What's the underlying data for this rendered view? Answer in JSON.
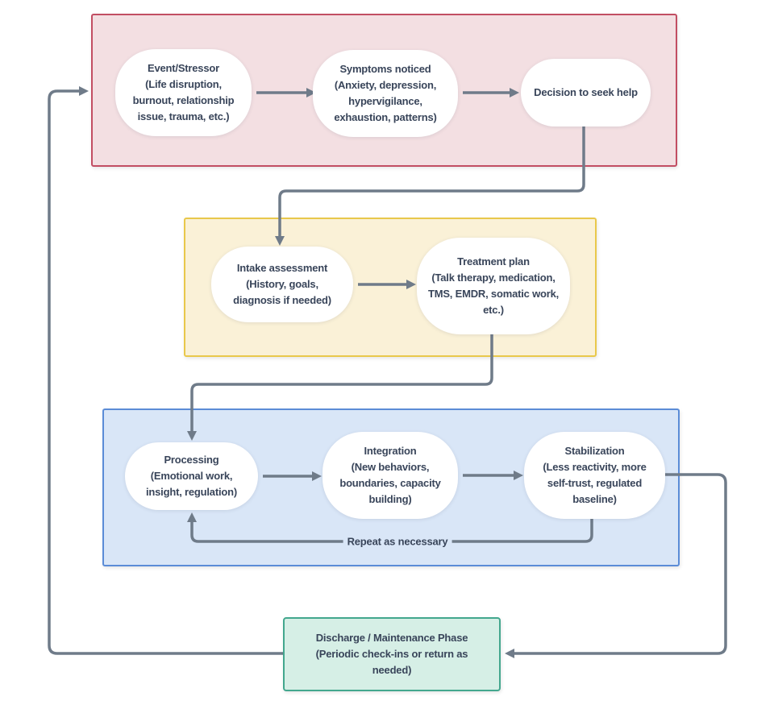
{
  "diagram": {
    "title_hint": "therapy-journey-flowchart",
    "nodes": {
      "event": {
        "text": "Event/Stressor\n(Life disruption,\nburnout, relationship\nissue, trauma, etc.)"
      },
      "symptoms": {
        "text": "Symptoms noticed\n(Anxiety, depression,\nhypervigilance,\nexhaustion, patterns)"
      },
      "decision": {
        "text": "Decision to seek help"
      },
      "intake": {
        "text": "Intake assessment\n(History, goals,\ndiagnosis if needed)"
      },
      "treatment": {
        "text": "Treatment plan\n(Talk therapy, medication,\nTMS, EMDR, somatic work,\netc.)"
      },
      "processing": {
        "text": "Processing\n(Emotional work,\ninsight, regulation)"
      },
      "integration": {
        "text": "Integration\n(New behaviors,\nboundaries, capacity\nbuilding)"
      },
      "stabilization": {
        "text": "Stabilization\n(Less reactivity, more\nself-trust, regulated\nbaseline)"
      },
      "discharge": {
        "text": "Discharge / Maintenance Phase\n(Periodic check-ins or return as\nneeded)"
      }
    },
    "labels": {
      "repeat_loop": "Repeat as necessary"
    }
  },
  "colors": {
    "stage1_fill": "#f3dfe2",
    "stage1_border": "#c24e63",
    "stage2_fill": "#faf1d7",
    "stage2_border": "#e9c84b",
    "stage3_fill": "#d9e6f7",
    "stage3_border": "#5b8cd7",
    "stage4_fill": "#d6efe6",
    "stage4_border": "#43a78e",
    "arrow": "#6f7b89",
    "text": "#39455a",
    "node_fill": "#ffffff"
  }
}
